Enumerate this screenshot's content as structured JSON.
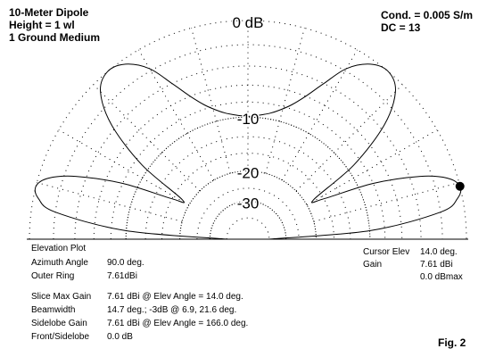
{
  "header": {
    "title_lines": [
      "10-Meter Dipole",
      "Height = 1 wl",
      "1 Ground Medium"
    ],
    "conditions": [
      "Cond. = 0.005 S/m",
      "DC = 13"
    ]
  },
  "chart_data": {
    "type": "polar",
    "title": "Elevation Plot",
    "ring_labels": [
      "0 dB",
      "-10",
      "-20",
      "-30"
    ],
    "ring_db": [
      0,
      -10,
      -20,
      -30
    ],
    "outer_ring_dbi": 7.61,
    "pattern_elev_deg": [
      0,
      4,
      8,
      11,
      14,
      17,
      20,
      24,
      28,
      31,
      35,
      40,
      45,
      50,
      55,
      60,
      64,
      68,
      72,
      76,
      80,
      84,
      87,
      90
    ],
    "pattern_rel_db": [
      -40,
      -10,
      -2,
      -0.4,
      0,
      -0.8,
      -3,
      -8,
      -16,
      -18,
      -9,
      -3.5,
      -0.8,
      0,
      -0.4,
      -1.8,
      -4,
      -6,
      -7.5,
      -8.5,
      -9.2,
      -9.6,
      -9.8,
      -9.9
    ],
    "cursor": {
      "elev_deg": 14.0,
      "gain_dbi": 7.61
    }
  },
  "info": {
    "left": [
      {
        "label": "Elevation Plot",
        "value": ""
      },
      {
        "label": "Azimuth Angle",
        "value": "90.0 deg."
      },
      {
        "label": "Outer Ring",
        "value": "7.61dBi"
      },
      {
        "label": "",
        "value": ""
      },
      {
        "label": "Slice Max Gain",
        "value": "7.61 dBi @ Elev Angle = 14.0 deg."
      },
      {
        "label": "Beamwidth",
        "value": "14.7 deg.; -3dB @ 6.9, 21.6 deg."
      },
      {
        "label": "Sidelobe Gain",
        "value": "7.61 dBi @ Elev Angle = 166.0 deg."
      },
      {
        "label": "Front/Sidelobe",
        "value": "0.0 dB"
      }
    ],
    "right": [
      {
        "label": "Cursor Elev",
        "value": "14.0 deg."
      },
      {
        "label": "Gain",
        "value": "7.61 dBi"
      },
      {
        "label": "",
        "value": "0.0 dBmax"
      }
    ]
  },
  "figure_label": "Fig. 2"
}
